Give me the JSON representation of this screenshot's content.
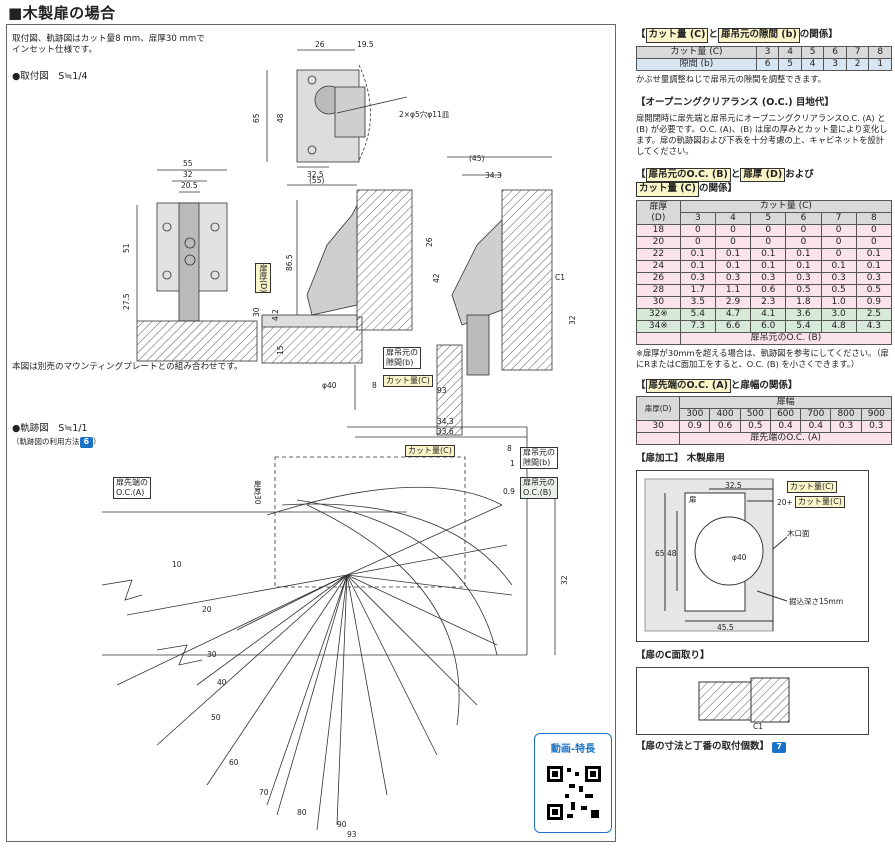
{
  "page_title": "■木製扉の場合",
  "main": {
    "intro_line1": "取付図、軌跡図はカット量8 mm、扉厚30 mmで",
    "intro_line2": "インセット仕様です。",
    "install_fig_label": "●取付図　S≒1/4",
    "mounting_note": "本図は別売のマウンティングプレートとの組み合わせです。",
    "track_fig_label": "●軌跡図　S≒1/1",
    "track_fig_sub": "（軌跡図の利用方法",
    "track_badge": "6",
    "track_fig_sub_end": "）",
    "hole_note": "2×φ5穴φ11皿",
    "labels": {
      "door_tip_oc": "扉先端の\nO.C.(A)",
      "door_thick30": "扉厚30",
      "door_thick_d": "扉厚(D)",
      "cut_c": "カット量(C)",
      "gap_b": "扉吊元の\n隙間(b)",
      "oc_b": "扉吊元の\nO.C.(B)",
      "c1": "C1"
    },
    "dims": [
      "26",
      "19.5",
      "65",
      "48",
      "32.5",
      "55",
      "32",
      "20.5",
      "51",
      "27.5",
      "(55)",
      "86.5",
      "4.2",
      "30",
      "15",
      "26",
      "42",
      "(45)",
      "34.3",
      "32",
      "φ40",
      "8",
      "1",
      "93",
      "34.3",
      "33.6",
      "8",
      "1",
      "0.9",
      "32"
    ],
    "angles": [
      "10",
      "20",
      "30",
      "40",
      "50",
      "60",
      "70",
      "80",
      "90",
      "93"
    ],
    "qr_label": "動画-特長"
  },
  "side": {
    "t1_heading_a": "カット量 (C)",
    "t1_heading_mid": "と",
    "t1_heading_b": "扉吊元の隙間 (b)",
    "t1_heading_end": "の関係】",
    "t1_rows": [
      {
        "label": "カット量 (C)",
        "values": [
          "3",
          "4",
          "5",
          "6",
          "7",
          "8"
        ]
      },
      {
        "label": "隙間 (b)",
        "values": [
          "6",
          "5",
          "4",
          "3",
          "2",
          "1"
        ]
      }
    ],
    "t1_note": "かぶせ量調整ねじで扉吊元の隙間を調整できます。",
    "oc_heading": "【オープニングクリアランス (O.C.) 目地代】",
    "oc_text": "扉開閉時に扉先端と扉吊元にオープニングクリアランスO.C. (A) と (B) が必要です。O.C. (A)、(B) は扉の厚みとカット量により変化します。扉の軌跡図および下表を十分考慮の上、キャビネットを設計してください。",
    "t2_heading_a": "扉吊元のO.C. (B)",
    "t2_heading_and": "と",
    "t2_heading_b": "扉厚 (D)",
    "t2_heading_c": "および",
    "t2_heading_d": "カット量 (C)",
    "t2_heading_end": "の関係】",
    "t2_corner": "扉厚",
    "t2_corner2": "(D)",
    "t2_top": "カット量 (C)",
    "t2_cols": [
      "3",
      "4",
      "5",
      "6",
      "7",
      "8"
    ],
    "t2_rows": [
      {
        "d": "18",
        "v": [
          "0",
          "0",
          "0",
          "0",
          "0",
          "0"
        ]
      },
      {
        "d": "20",
        "v": [
          "0",
          "0",
          "0",
          "0",
          "0",
          "0"
        ]
      },
      {
        "d": "22",
        "v": [
          "0.1",
          "0.1",
          "0.1",
          "0.1",
          "0",
          "0.1"
        ]
      },
      {
        "d": "24",
        "v": [
          "0.1",
          "0.1",
          "0.1",
          "0.1",
          "0.1",
          "0.1"
        ]
      },
      {
        "d": "26",
        "v": [
          "0.3",
          "0.3",
          "0.3",
          "0.3",
          "0.3",
          "0.3"
        ]
      },
      {
        "d": "28",
        "v": [
          "1.7",
          "1.1",
          "0.6",
          "0.5",
          "0.5",
          "0.5"
        ]
      },
      {
        "d": "30",
        "v": [
          "3.5",
          "2.9",
          "2.3",
          "1.8",
          "1.0",
          "0.9"
        ]
      },
      {
        "d": "32※",
        "v": [
          "5.4",
          "4.7",
          "4.1",
          "3.6",
          "3.0",
          "2.5"
        ]
      },
      {
        "d": "34※",
        "v": [
          "7.3",
          "6.6",
          "6.0",
          "5.4",
          "4.8",
          "4.3"
        ]
      }
    ],
    "t2_footer": "扉吊元のO.C. (B)",
    "t2_note": "※扉厚が30mmを超える場合は、軌跡図を参考にしてください。（扉にRまたはC面加工をすると、O.C. (B) を小さくできます。）",
    "t3_heading_a": "扉先端のO.C. (A)",
    "t3_heading_end": "と扉幅の関係】",
    "t3_corner": "扉厚(D)",
    "t3_top": "扉幅",
    "t3_cols": [
      "300",
      "400",
      "500",
      "600",
      "700",
      "800",
      "900"
    ],
    "t3_row": {
      "d": "30",
      "v": [
        "0.9",
        "0.6",
        "0.5",
        "0.4",
        "0.4",
        "0.3",
        "0.3"
      ]
    },
    "t3_footer": "扉先端のO.C. (A)",
    "proc_heading": "【扉加工】 木製扉用",
    "proc": {
      "d325": "32.5",
      "cut1": "カット量(C)",
      "plus20": "20+",
      "cut2": "カット量(C)",
      "door": "扉",
      "wood_edge": "木口面",
      "d65": "65",
      "d48": "48",
      "phi40": "φ40",
      "depth": "掘込深さ15mm",
      "d455": "45.5"
    },
    "chamfer_heading": "【扉のC面取り】",
    "chamfer_c1": "C1",
    "count_heading": "【扉の寸法と丁番の取付個数】",
    "count_badge": "7"
  }
}
